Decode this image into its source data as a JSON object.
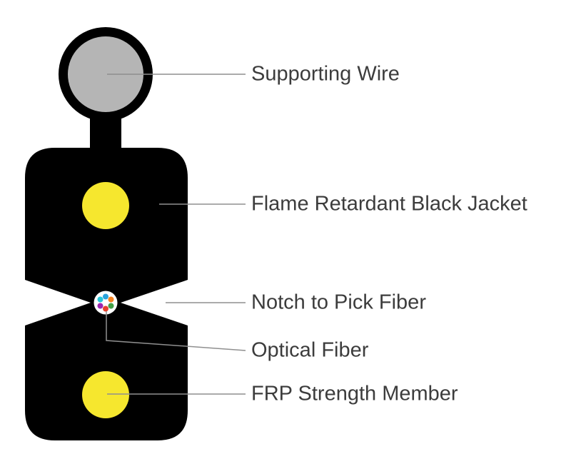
{
  "diagram": {
    "labels": {
      "supporting_wire": "Supporting Wire",
      "jacket": "Flame Retardant Black Jacket",
      "notch": "Notch to Pick Fiber",
      "optical_fiber": "Optical Fiber",
      "frp_strength_member": "FRP Strength Member"
    },
    "colors": {
      "jacket_black": "#000000",
      "supporting_wire_gray": "#b5b5b5",
      "strength_member_yellow": "#f6e72e",
      "fiber_tube_white": "#ffffff",
      "leader_line_gray": "#8f8f8f",
      "label_text": "#3c3c3c",
      "fiber_dots": [
        "#2aa3dc",
        "#f58220",
        "#43a047",
        "#e8412c",
        "#9c27b0",
        "#26c6da"
      ]
    }
  }
}
